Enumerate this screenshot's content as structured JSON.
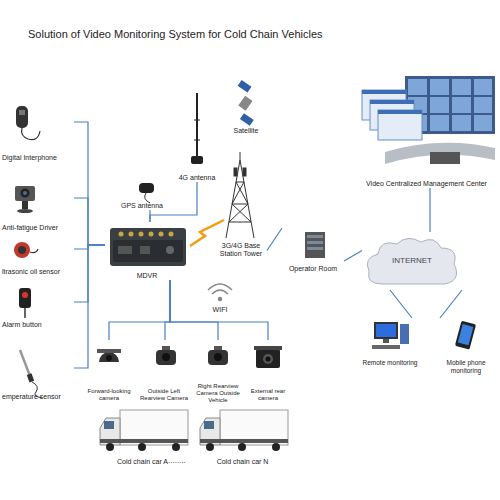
{
  "diagram": {
    "title": "Solution of Video Monitoring System for Cold Chain Vehicles",
    "nodes": [
      {
        "text": [
          "Digital Interphone"
        ]
      },
      {
        "text": [
          "Anti-fatigue Driver"
        ]
      },
      {
        "text": [
          "ltrasonic oil sensor"
        ]
      },
      {
        "text": [
          "Alarm button"
        ]
      },
      {
        "text": [
          "emperature sensor"
        ]
      },
      {
        "text": [
          "GPS antenna"
        ]
      },
      {
        "text": [
          "4G antenna"
        ]
      },
      {
        "text": [
          "Satellite"
        ]
      },
      {
        "text": [
          "MDVR"
        ]
      },
      {
        "text": [
          "3G/4G Base Station Tower"
        ]
      },
      {
        "text": [
          "WIFI"
        ]
      },
      {
        "text": [
          "Operator Room"
        ]
      },
      {
        "text": [
          "Video Centralized Management Center"
        ]
      },
      {
        "text": [
          "INTERNET"
        ]
      },
      {
        "text": [
          "Remote monitoring"
        ]
      },
      {
        "text": [
          "Mobile phone monitoring"
        ]
      },
      {
        "text": [
          "Forward-looking camera"
        ]
      },
      {
        "text": [
          "Outside Left Rearview Camera"
        ]
      },
      {
        "text": [
          "Right Rearview Camera Outside Vehicle"
        ]
      },
      {
        "text": [
          "External rear camera"
        ]
      },
      {
        "text": [
          "Cold chain car A"
        ]
      },
      {
        "text": [
          "Cold chain car N"
        ]
      }
    ],
    "edges": [
      {
        "from": 0,
        "to": 8,
        "arrow": "none"
      },
      {
        "from": 1,
        "to": 8,
        "arrow": "none"
      },
      {
        "from": 2,
        "to": 8,
        "arrow": "none"
      },
      {
        "from": 3,
        "to": 8,
        "arrow": "none"
      },
      {
        "from": 4,
        "to": 8,
        "arrow": "none"
      },
      {
        "from": 5,
        "to": 8,
        "arrow": "none"
      },
      {
        "from": 6,
        "to": 8,
        "arrow": "none"
      },
      {
        "from": 9,
        "to": 11,
        "arrow": "none"
      },
      {
        "from": 11,
        "to": 13,
        "arrow": "none"
      },
      {
        "from": 13,
        "to": 12,
        "arrow": "none"
      },
      {
        "from": 13,
        "to": 14,
        "arrow": "none"
      },
      {
        "from": 13,
        "to": 15,
        "arrow": "none"
      },
      {
        "from": 8,
        "to": 16,
        "arrow": "none"
      },
      {
        "from": 8,
        "to": 17,
        "arrow": "none"
      },
      {
        "from": 8,
        "to": 18,
        "arrow": "none"
      },
      {
        "from": 8,
        "to": 19,
        "arrow": "none"
      }
    ],
    "labels": [
      "........"
    ]
  }
}
